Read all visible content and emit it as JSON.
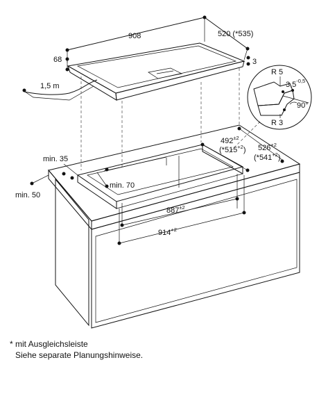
{
  "hob": {
    "width_label": "908",
    "depth_label": "520 (*535)",
    "height_label": "68",
    "edge_label": "3",
    "cable_label": "1,5 m"
  },
  "detail": {
    "radius_top": "R 5",
    "radius_bottom": "R 3",
    "step_label": "3,5",
    "step_tolerance": "-0,5",
    "angle_label": "90°"
  },
  "cutout": {
    "depth_inner": "492",
    "depth_inner_tol": "±2",
    "depth_inner_alt": "(*515",
    "depth_inner_alt_tol": "+2",
    "depth_inner_alt_close": ")",
    "depth_outer": "526",
    "depth_outer_tol": "+2",
    "depth_outer_alt": "(*541",
    "depth_outer_alt_tol": "+2",
    "depth_outer_alt_close": ")",
    "front_clearance": "min. 35",
    "side_clearance": "min. 70",
    "wall_clearance": "min. 50",
    "width_inner": "887",
    "width_inner_tol": "±2",
    "width_outer": "914",
    "width_outer_tol": "+2"
  },
  "notes": {
    "line1": "* mit Ausgleichsleiste",
    "line2": "Siehe separate Planungshinweise."
  }
}
